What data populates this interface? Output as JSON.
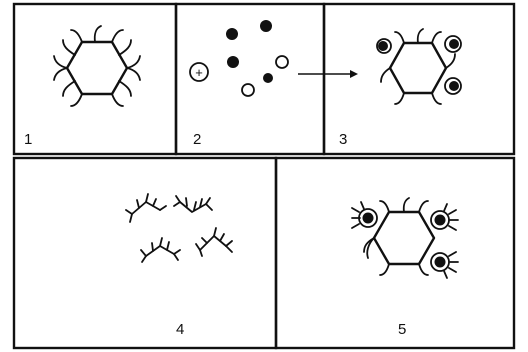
{
  "panels": [
    {
      "number": "1"
    },
    {
      "number": "2",
      "ion_symbol": "+"
    },
    {
      "number": "3"
    },
    {
      "number": "4"
    },
    {
      "number": "5"
    }
  ],
  "colors": {
    "ink": "#111111",
    "background": "#ffffff"
  }
}
